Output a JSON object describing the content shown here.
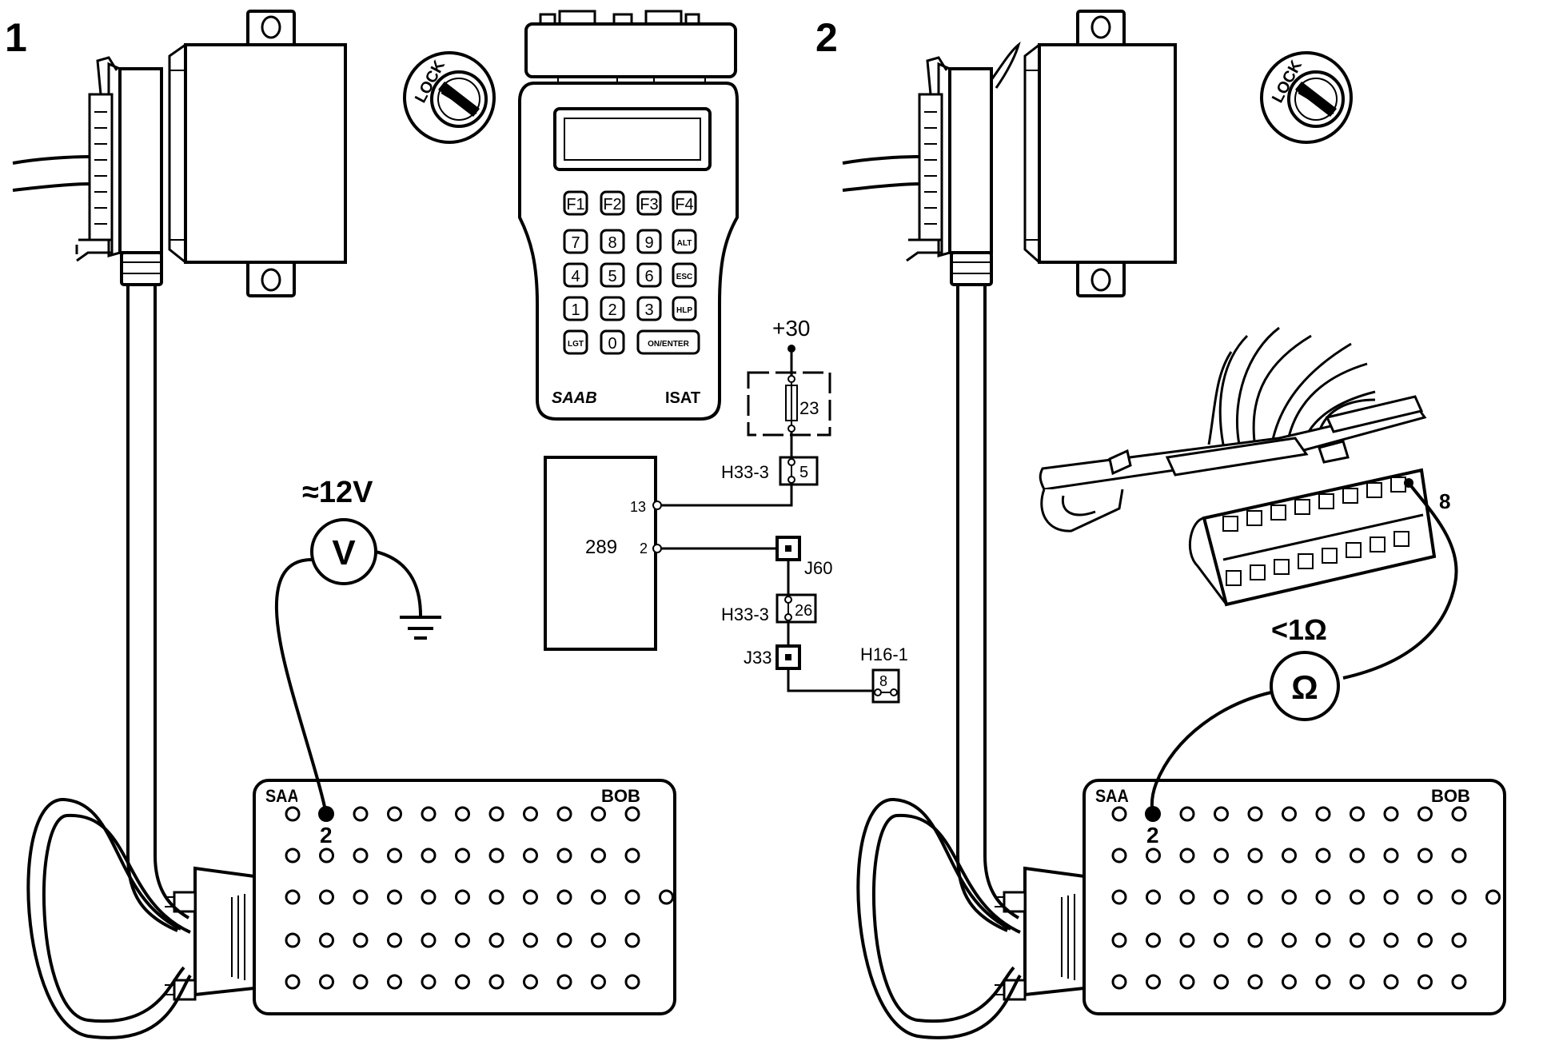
{
  "panels": [
    {
      "number": "1",
      "meter_reading": "≈12V",
      "meter_symbol": "V",
      "bob_brand": "SAAB",
      "bob_label": "BOB",
      "probe_pin": "2"
    },
    {
      "number": "2",
      "meter_reading": "<1Ω",
      "meter_symbol": "Ω",
      "bob_brand": "SAAB",
      "bob_label": "BOB",
      "probe_pin": "2",
      "dlc_pin": "8"
    }
  ],
  "ignition": {
    "label": "LOCK"
  },
  "isat": {
    "brand": "SAAB",
    "model": "ISAT",
    "keys": [
      "F1",
      "F2",
      "F3",
      "F4",
      "7",
      "8",
      "9",
      "ALT",
      "4",
      "5",
      "6",
      "ESC",
      "1",
      "2",
      "3",
      "HLP",
      "LGT",
      "0",
      "ON/ENTER"
    ]
  },
  "circuit": {
    "supply": "+30",
    "fuse": "23",
    "connector_1": "H33-3",
    "connector_1_pin": "5",
    "module": "289",
    "module_pin_a": "13",
    "module_pin_b": "2",
    "splice_1": "J60",
    "connector_2": "H33-3",
    "connector_2_pin": "26",
    "splice_2": "J33",
    "dlc": "H16-1",
    "dlc_pin": "8"
  }
}
